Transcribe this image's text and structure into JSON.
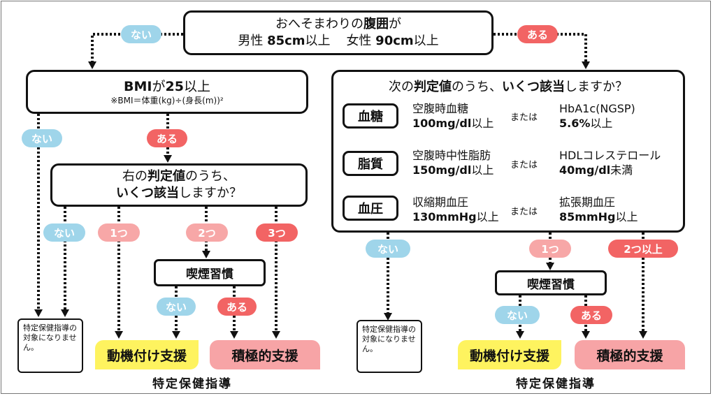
{
  "colors": {
    "no_pill": "#9fd5ea",
    "yes_pill": "#f26464",
    "count_pill": "#f7a7a7",
    "motivation": "#fef35f",
    "active": "#f7a4a6"
  },
  "top": {
    "line1_pre": "おへそまわりの",
    "line1_bold": "腹囲",
    "line1_post": "が",
    "male_label": "男性",
    "male_value": "85cm",
    "male_suffix": "以上",
    "female_label": "女性",
    "female_value": "90cm",
    "female_suffix": "以上"
  },
  "labels": {
    "no": "ない",
    "yes": "ある",
    "one": "1つ",
    "two": "2つ",
    "three": "3つ",
    "two_or_more": "2つ以上"
  },
  "bmi": {
    "pre": "BMI",
    "mid": "が",
    "value": "25",
    "post": "以上",
    "note": "※BMI＝体重(kg)÷(身長(m))²"
  },
  "left_question": {
    "l1_pre": "右の",
    "l1_bold": "判定値",
    "l1_post": "のうち、",
    "l2_bold": "いくつ該当",
    "l2_post": "しますか？"
  },
  "right_question": {
    "pre": "次の",
    "bold1": "判定値",
    "mid": "のうち、",
    "bold2": "いくつ該当",
    "post": "しますか？"
  },
  "criteria": [
    {
      "name": "血糖",
      "a_label": "空腹時血糖",
      "a_value": "100mg/dl",
      "a_suffix": "以上",
      "or": "または",
      "b_label": "HbA1c(NGSP)",
      "b_value": "5.6%",
      "b_suffix": "以上"
    },
    {
      "name": "脂質",
      "a_label": "空腹時中性脂肪",
      "a_value": "150mg/dl",
      "a_suffix": "以上",
      "or": "または",
      "b_label": "HDLコレステロール",
      "b_value": "40mg/dl",
      "b_suffix": "未満"
    },
    {
      "name": "血圧",
      "a_label": "収縮期血圧",
      "a_value": "130mmHg",
      "a_suffix": "以上",
      "or": "または",
      "b_label": "拡張期血圧",
      "b_value": "85mmHg",
      "b_suffix": "以上"
    }
  ],
  "smoking": "喫煙習慣",
  "not_target": "特定保健指導の対象になりません。",
  "motivation": "動機付け支援",
  "active": "積極的支援",
  "footer": "特定保健指導"
}
